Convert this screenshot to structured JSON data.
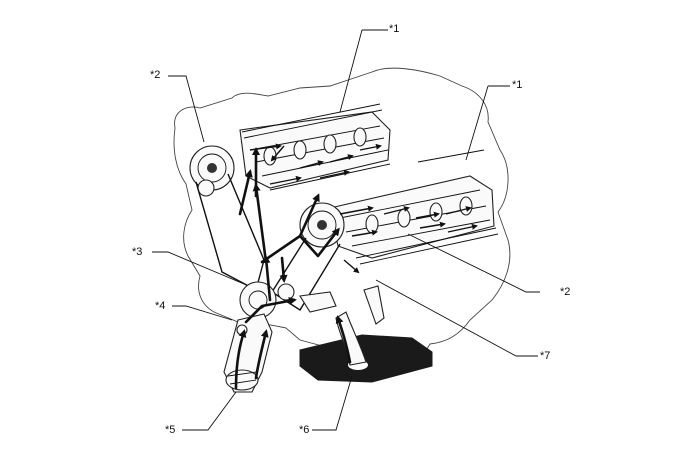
{
  "figure": {
    "labels": [
      {
        "id": "label-1a",
        "text": "*1"
      },
      {
        "id": "label-1b",
        "text": "*1"
      },
      {
        "id": "label-2a",
        "text": "*2"
      },
      {
        "id": "label-2b",
        "text": "*2"
      },
      {
        "id": "label-3",
        "text": "*3"
      },
      {
        "id": "label-4",
        "text": "*4"
      },
      {
        "id": "label-5",
        "text": "*5"
      },
      {
        "id": "label-6",
        "text": "*6"
      },
      {
        "id": "label-7",
        "text": "*7"
      }
    ]
  }
}
